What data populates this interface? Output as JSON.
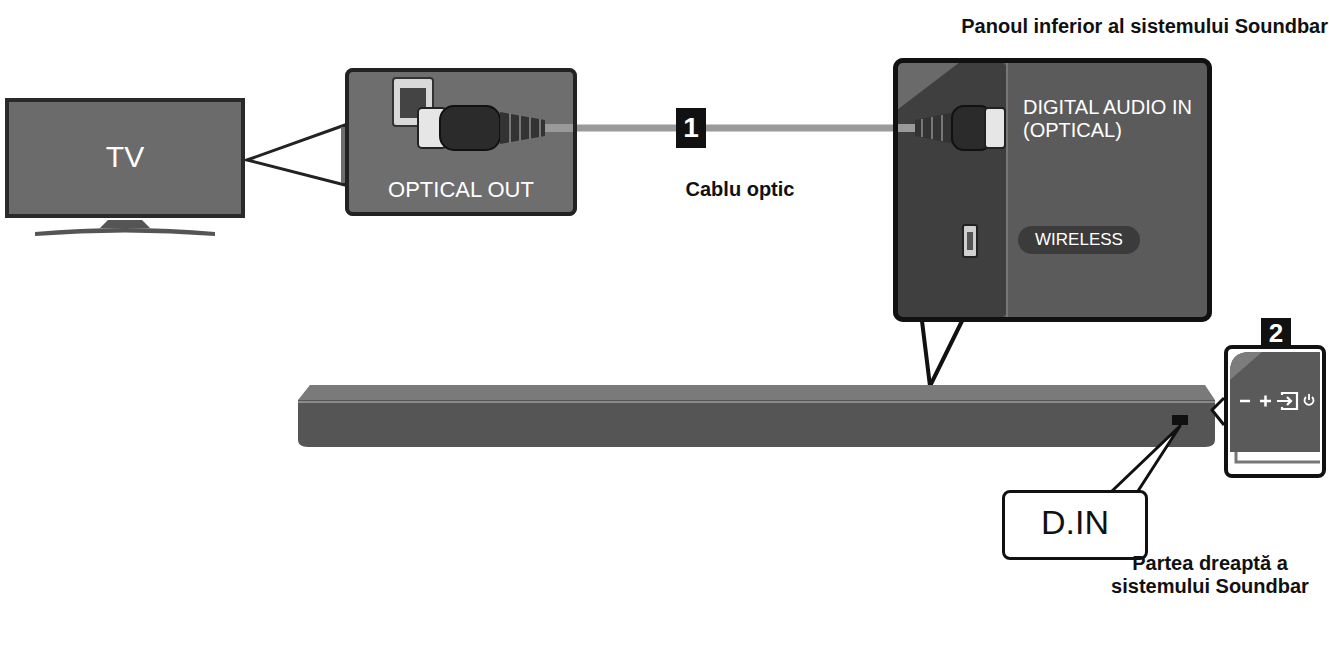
{
  "diagram": {
    "nodes": [
      {
        "text": [
          "TV"
        ]
      },
      {
        "text": [
          "OPTICAL OUT"
        ]
      },
      {
        "text": [
          "Panoul inferior al sistemului Soundbar",
          "DIGITAL AUDIO IN (OPTICAL)",
          "WIRELESS"
        ]
      },
      {
        "text": [
          "D.IN"
        ]
      },
      {
        "text": [
          "Partea dreaptă a sistemului Soundbar"
        ]
      }
    ],
    "edges": [
      {
        "from": 1,
        "to": 2,
        "arrow": "none",
        "label": "Cablu optic"
      }
    ],
    "labels": [
      "1",
      "2"
    ]
  }
}
